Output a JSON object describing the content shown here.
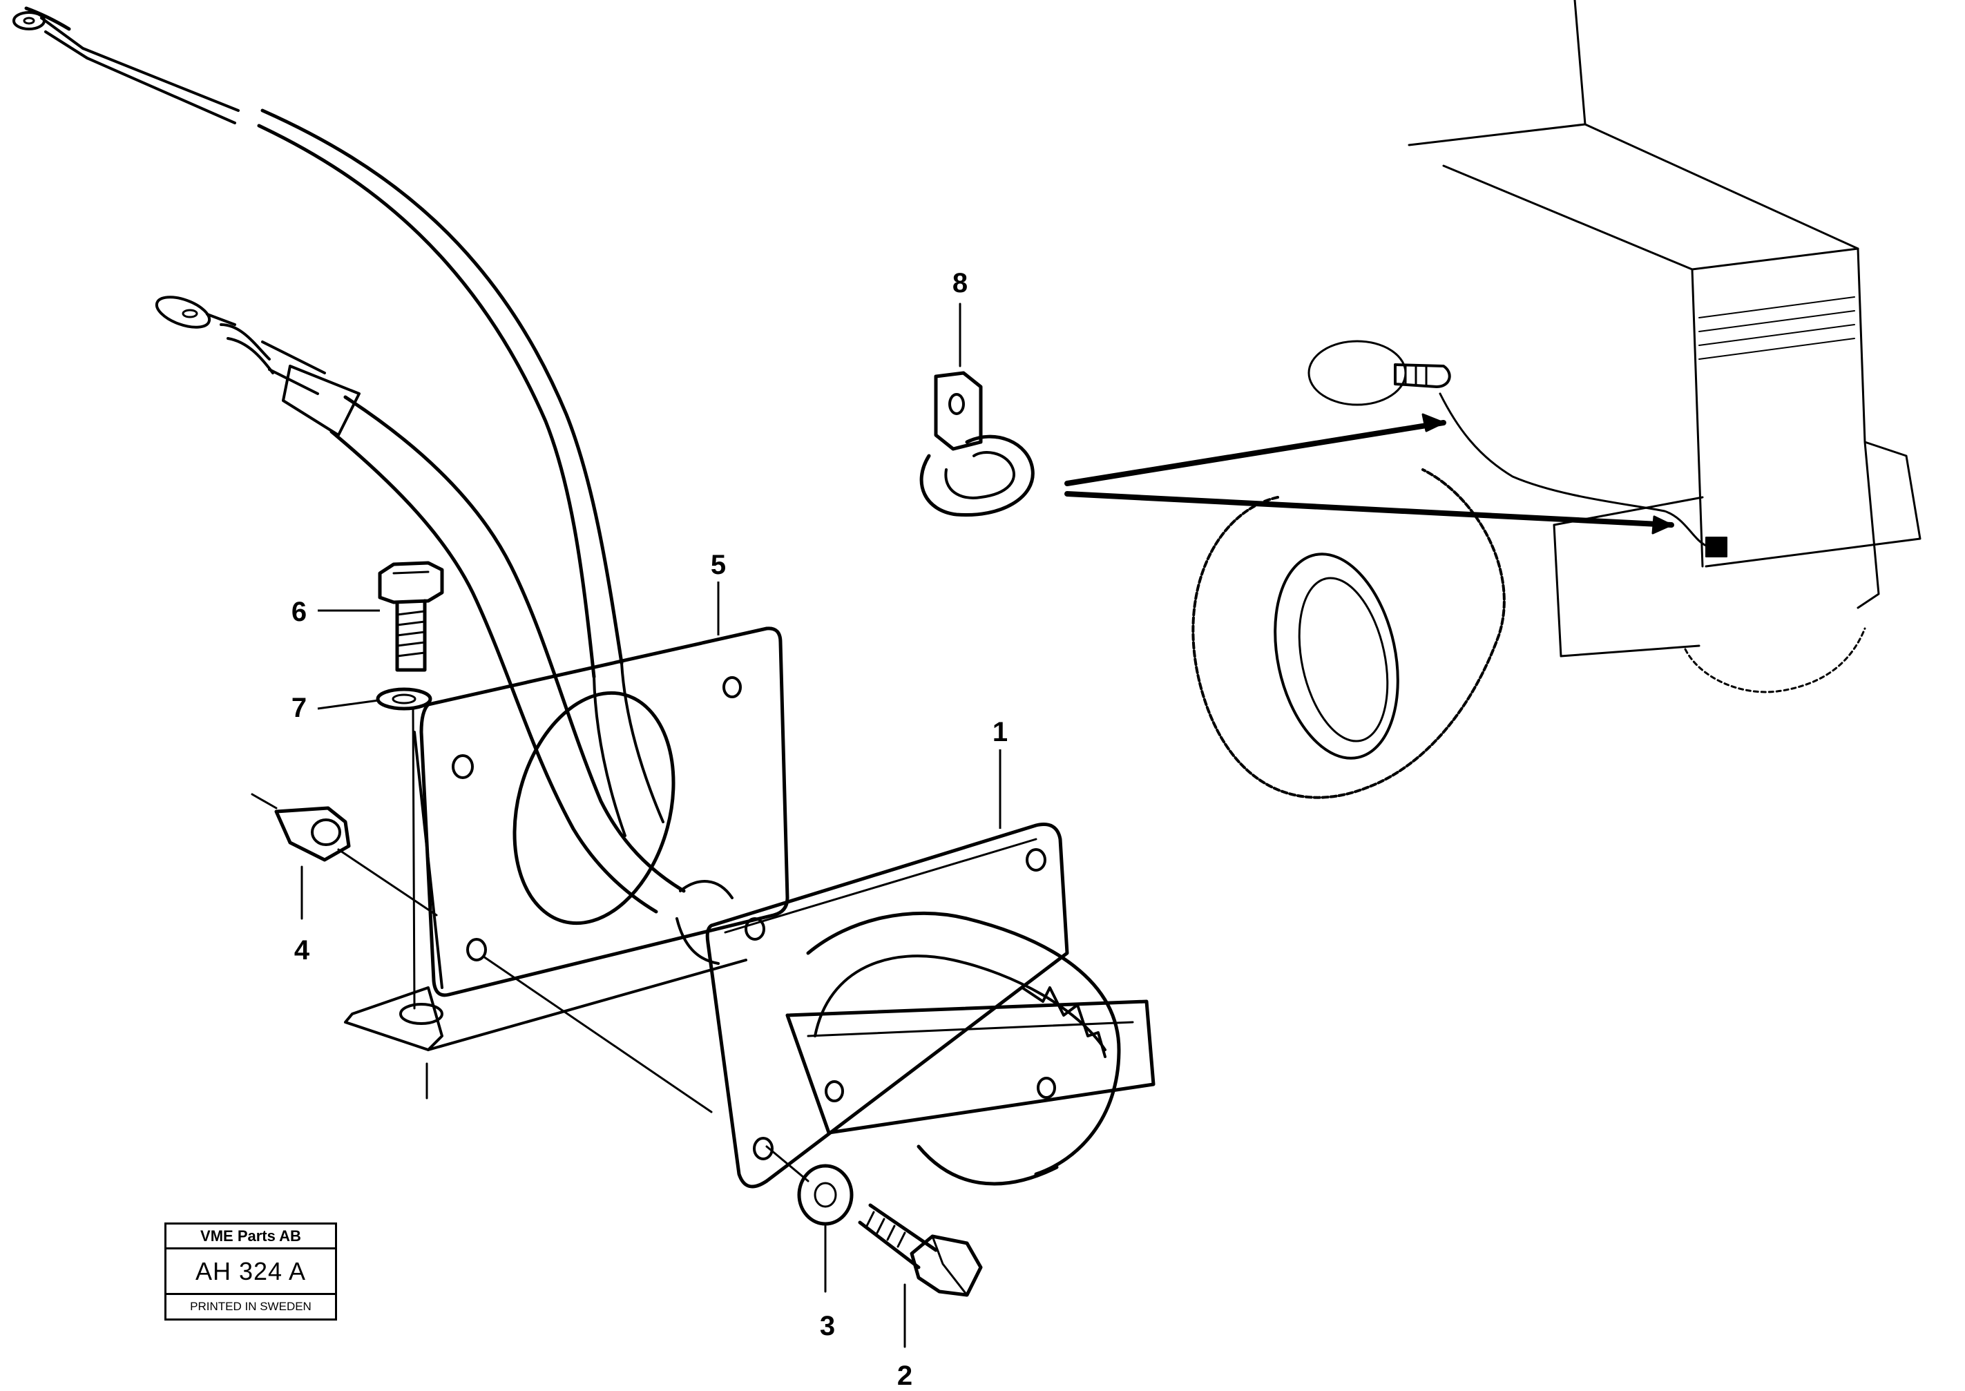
{
  "callouts": [
    {
      "id": "1",
      "label": "1"
    },
    {
      "id": "2",
      "label": "2"
    },
    {
      "id": "3",
      "label": "3"
    },
    {
      "id": "4",
      "label": "4"
    },
    {
      "id": "5",
      "label": "5"
    },
    {
      "id": "6",
      "label": "6"
    },
    {
      "id": "7",
      "label": "7"
    },
    {
      "id": "8",
      "label": "8"
    }
  ],
  "stamp": {
    "company": "VME Parts AB",
    "drawing_number": "AH 324  A",
    "footer": "PRINTED IN SWEDEN"
  }
}
